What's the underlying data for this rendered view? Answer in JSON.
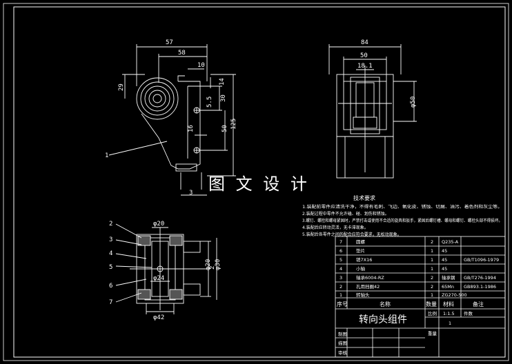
{
  "watermark": "图 文 设 计",
  "front_view": {
    "dims": {
      "d57": "57",
      "d58": "58",
      "d10": "10",
      "d29": "29",
      "d14": "14",
      "d30": "30",
      "d5_5": "5.5",
      "d50": "50",
      "d125": "125",
      "d16": "16",
      "d3": "3"
    },
    "callout": "1"
  },
  "side_view": {
    "dims": {
      "d84": "84",
      "d50": "50",
      "d18_1": "18.1",
      "phi50": "φ50"
    }
  },
  "section_view": {
    "dims": {
      "phi20": "φ20",
      "phi24": "φ24",
      "phi42": "φ42",
      "phi20v": "φ20",
      "v2": "2",
      "phi30v": "φ30"
    },
    "callouts": [
      "2",
      "3",
      "4",
      "5",
      "6",
      "7"
    ]
  },
  "tech_requirements": {
    "title": "技术要求",
    "lines": [
      "1.装配前零件应清洗干净，不得有毛刺、飞边、氧化皮、锈蚀、切屑、油污、着色剂和灰尘等。",
      "2.装配过程中零件不允许磕、碰、划伤和锈蚀。",
      "3.螺钉、螺栓和螺母紧固时，严禁打击或使用不合适的旋具和扳手，紧固后螺钉槽、螺母和螺钉、螺栓头部不得损坏。",
      "4.装配后应转动灵活，无卡滞现象。",
      "5.装配后各零件之间的配合应符合要求，无松动现象。"
    ]
  },
  "parts_list": {
    "headers": {
      "no": "序号",
      "name": "名称",
      "qty": "数量",
      "mat": "材料",
      "note": "备注"
    },
    "rows": [
      {
        "no": "7",
        "name": "圆螺",
        "qty": "2",
        "mat": "Q235-A",
        "note": ""
      },
      {
        "no": "6",
        "name": "垫片",
        "qty": "1",
        "mat": "45",
        "note": ""
      },
      {
        "no": "5",
        "name": "销7X16",
        "qty": "1",
        "mat": "45",
        "note": "GB/T1096-1979"
      },
      {
        "no": "4",
        "name": "小轴",
        "qty": "1",
        "mat": "45",
        "note": ""
      },
      {
        "no": "3",
        "name": "轴承6004-RZ",
        "qty": "2",
        "mat": "轴承钢",
        "note": "GB/T276-1994"
      },
      {
        "no": "2",
        "name": "孔用挡圈42",
        "qty": "2",
        "mat": "65Mn",
        "note": "GB893.1-1986"
      },
      {
        "no": "1",
        "name": "转轴头",
        "qty": "1",
        "mat": "ZG270-500",
        "note": ""
      }
    ]
  },
  "title_block": {
    "title": "转向头组件",
    "scale_label": "比例",
    "scale_value": "1:1.5",
    "count_label": "件数",
    "count_value": "1",
    "weight_label": "重量",
    "rows_left": [
      "制图",
      "描图",
      "审核"
    ]
  }
}
